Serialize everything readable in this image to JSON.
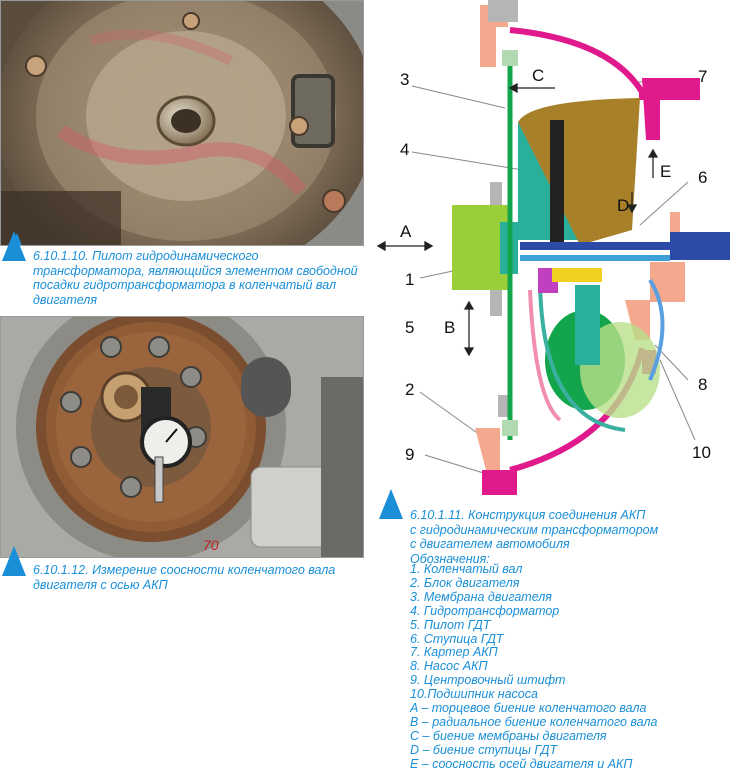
{
  "caption1": {
    "text": "6.10.1.10. Пилот гидродинамического трансформатора, являющийся элементом свободной посадки гидротрансформатора в коленчатый вал двигателя"
  },
  "caption1_lines": [
    "6.10.1.10. Пилот гидродинамического",
    "трансформатора, являющийся элементом свободной",
    "посадки гидротрансформатора в коленчатый вал",
    "двигателя"
  ],
  "caption2_lines": [
    "6.10.1.12. Измерение соосности коленчатого вала",
    "двигателя с осью АКП"
  ],
  "caption3_lines": [
    "6.10.1.11. Конструкция соединения АКП",
    "с гидродинамическим трансформатором",
    "с двигателем автомобиля",
    "Обозначения:"
  ],
  "legend": [
    "1.   Коленчатый вал",
    "2.   Блок двигателя",
    "3.   Мембрана двигателя",
    "4.   Гидротрансформатор",
    "5.   Пилот ГДТ",
    "6.   Ступица ГДТ",
    "7.   Картер АКП",
    "8.   Насос АКП",
    "9.   Центровочный штифт",
    "10.Подшипник насоса",
    "A – торцевое биение коленчатого вала",
    "B – радиальное биение коленчатого вала",
    "C – биение мембраны двигателя",
    "D – биение ступицы ГДТ",
    "E – соосность осей двигателя и АКП"
  ],
  "diagram_labels": {
    "n1": "1",
    "n2": "2",
    "n3": "3",
    "n4": "4",
    "n5": "5",
    "n6": "6",
    "n7": "7",
    "n8": "8",
    "n9": "9",
    "n10": "10",
    "A": "A",
    "B": "B",
    "C": "C",
    "D": "D",
    "E": "E"
  },
  "photo2_mark": "70",
  "colors": {
    "caption_blue": "#1a8fd8",
    "magenta": "#e0198c",
    "salmon": "#f4a98e",
    "teal": "#2ab09a",
    "olive": "#a8802a",
    "green": "#13a54b",
    "lime": "#9bcf3a",
    "navy": "#2c4aa8"
  }
}
